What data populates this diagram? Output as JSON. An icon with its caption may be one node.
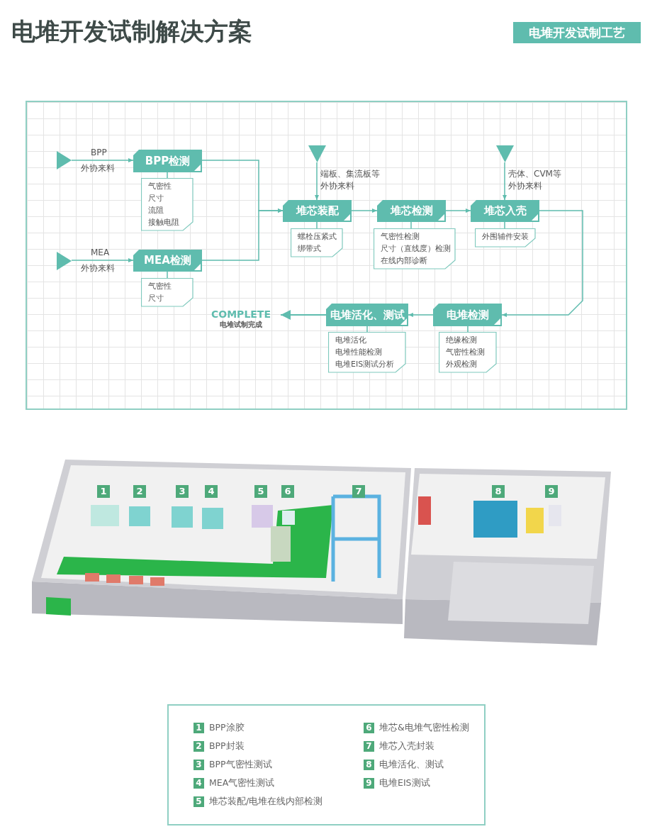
{
  "diagram": {
    "title": "电堆开发试制解决方案",
    "nodes": [
      {
        "text": [],
        "shape": "triangle",
        "beside": [
          "BPP",
          "外协来料"
        ]
      },
      {
        "text": [
          "BPP检测"
        ]
      },
      {
        "text": [
          "气密性",
          "尺寸",
          "流阻",
          "接触电阻"
        ]
      },
      {
        "text": [],
        "shape": "triangle",
        "beside": [
          "MEA",
          "外协来料"
        ]
      },
      {
        "text": [
          "MEA检测"
        ]
      },
      {
        "text": [
          "气密性",
          "尺寸"
        ]
      },
      {
        "text": [],
        "shape": "triangle",
        "beside": [
          "端板、集流板等",
          "外协来料"
        ]
      },
      {
        "text": [
          "堆芯装配"
        ]
      },
      {
        "text": [
          "螺栓压紧式",
          "绑带式"
        ]
      },
      {
        "text": [
          "堆芯检测"
        ]
      },
      {
        "text": [
          "气密性检测",
          "尺寸（直线度）检测",
          "在线内部诊断"
        ]
      },
      {
        "text": [],
        "shape": "triangle",
        "beside": [
          "壳体、CVM等",
          "外协来料"
        ]
      },
      {
        "text": [
          "堆芯入壳"
        ]
      },
      {
        "text": [
          "外围辅件安装"
        ]
      },
      {
        "text": [
          "电堆检测"
        ]
      },
      {
        "text": [
          "绝缘检测",
          "气密性检测",
          "外观检测"
        ]
      },
      {
        "text": [
          "电堆活化、测试"
        ]
      },
      {
        "text": [
          "电堆活化",
          "电堆性能检测",
          "电堆EIS测试分析"
        ]
      },
      {
        "text": [
          "COMPLETE",
          "电堆试制完成"
        ]
      }
    ],
    "edges": [
      {
        "from": 0,
        "to": 1,
        "arrow": "to"
      },
      {
        "from": 1,
        "to": 2,
        "arrow": "none"
      },
      {
        "from": 3,
        "to": 4,
        "arrow": "to"
      },
      {
        "from": 4,
        "to": 5,
        "arrow": "none"
      },
      {
        "from": 1,
        "to": 7,
        "arrow": "to"
      },
      {
        "from": 4,
        "to": 7,
        "arrow": "to"
      },
      {
        "from": 6,
        "to": 7,
        "arrow": "to"
      },
      {
        "from": 7,
        "to": 8,
        "arrow": "none"
      },
      {
        "from": 7,
        "to": 9,
        "arrow": "to"
      },
      {
        "from": 9,
        "to": 10,
        "arrow": "none"
      },
      {
        "from": 9,
        "to": 12,
        "arrow": "to"
      },
      {
        "from": 11,
        "to": 12,
        "arrow": "to"
      },
      {
        "from": 12,
        "to": 13,
        "arrow": "none"
      },
      {
        "from": 12,
        "to": 14,
        "arrow": "to"
      },
      {
        "from": 14,
        "to": 15,
        "arrow": "none"
      },
      {
        "from": 14,
        "to": 16,
        "arrow": "to"
      },
      {
        "from": 16,
        "to": 17,
        "arrow": "none"
      },
      {
        "from": 16,
        "to": 18,
        "arrow": "to"
      }
    ],
    "labels": [
      "电堆开发试制工艺",
      "1",
      "2",
      "3",
      "4",
      "5",
      "6",
      "7",
      "8",
      "9",
      "1",
      "2",
      "3",
      "4",
      "5",
      "6",
      "7",
      "8",
      "9"
    ],
    "legend": [
      {
        "text": "BPP涂胶",
        "color": "#4ea97a"
      },
      {
        "text": "BPP封装",
        "color": "#4ea97a"
      },
      {
        "text": "BPP气密性测试",
        "color": "#4ea97a"
      },
      {
        "text": "MEA气密性测试",
        "color": "#4ea97a"
      },
      {
        "text": "堆芯装配/电堆在线内部检测",
        "color": "#4ea97a"
      },
      {
        "text": "堆芯&电堆气密性检测",
        "color": "#4ea97a"
      },
      {
        "text": "堆芯入壳封装",
        "color": "#4ea97a"
      },
      {
        "text": "电堆活化、测试",
        "color": "#4ea97a"
      },
      {
        "text": "电堆EIS测试",
        "color": "#4ea97a"
      }
    ]
  }
}
